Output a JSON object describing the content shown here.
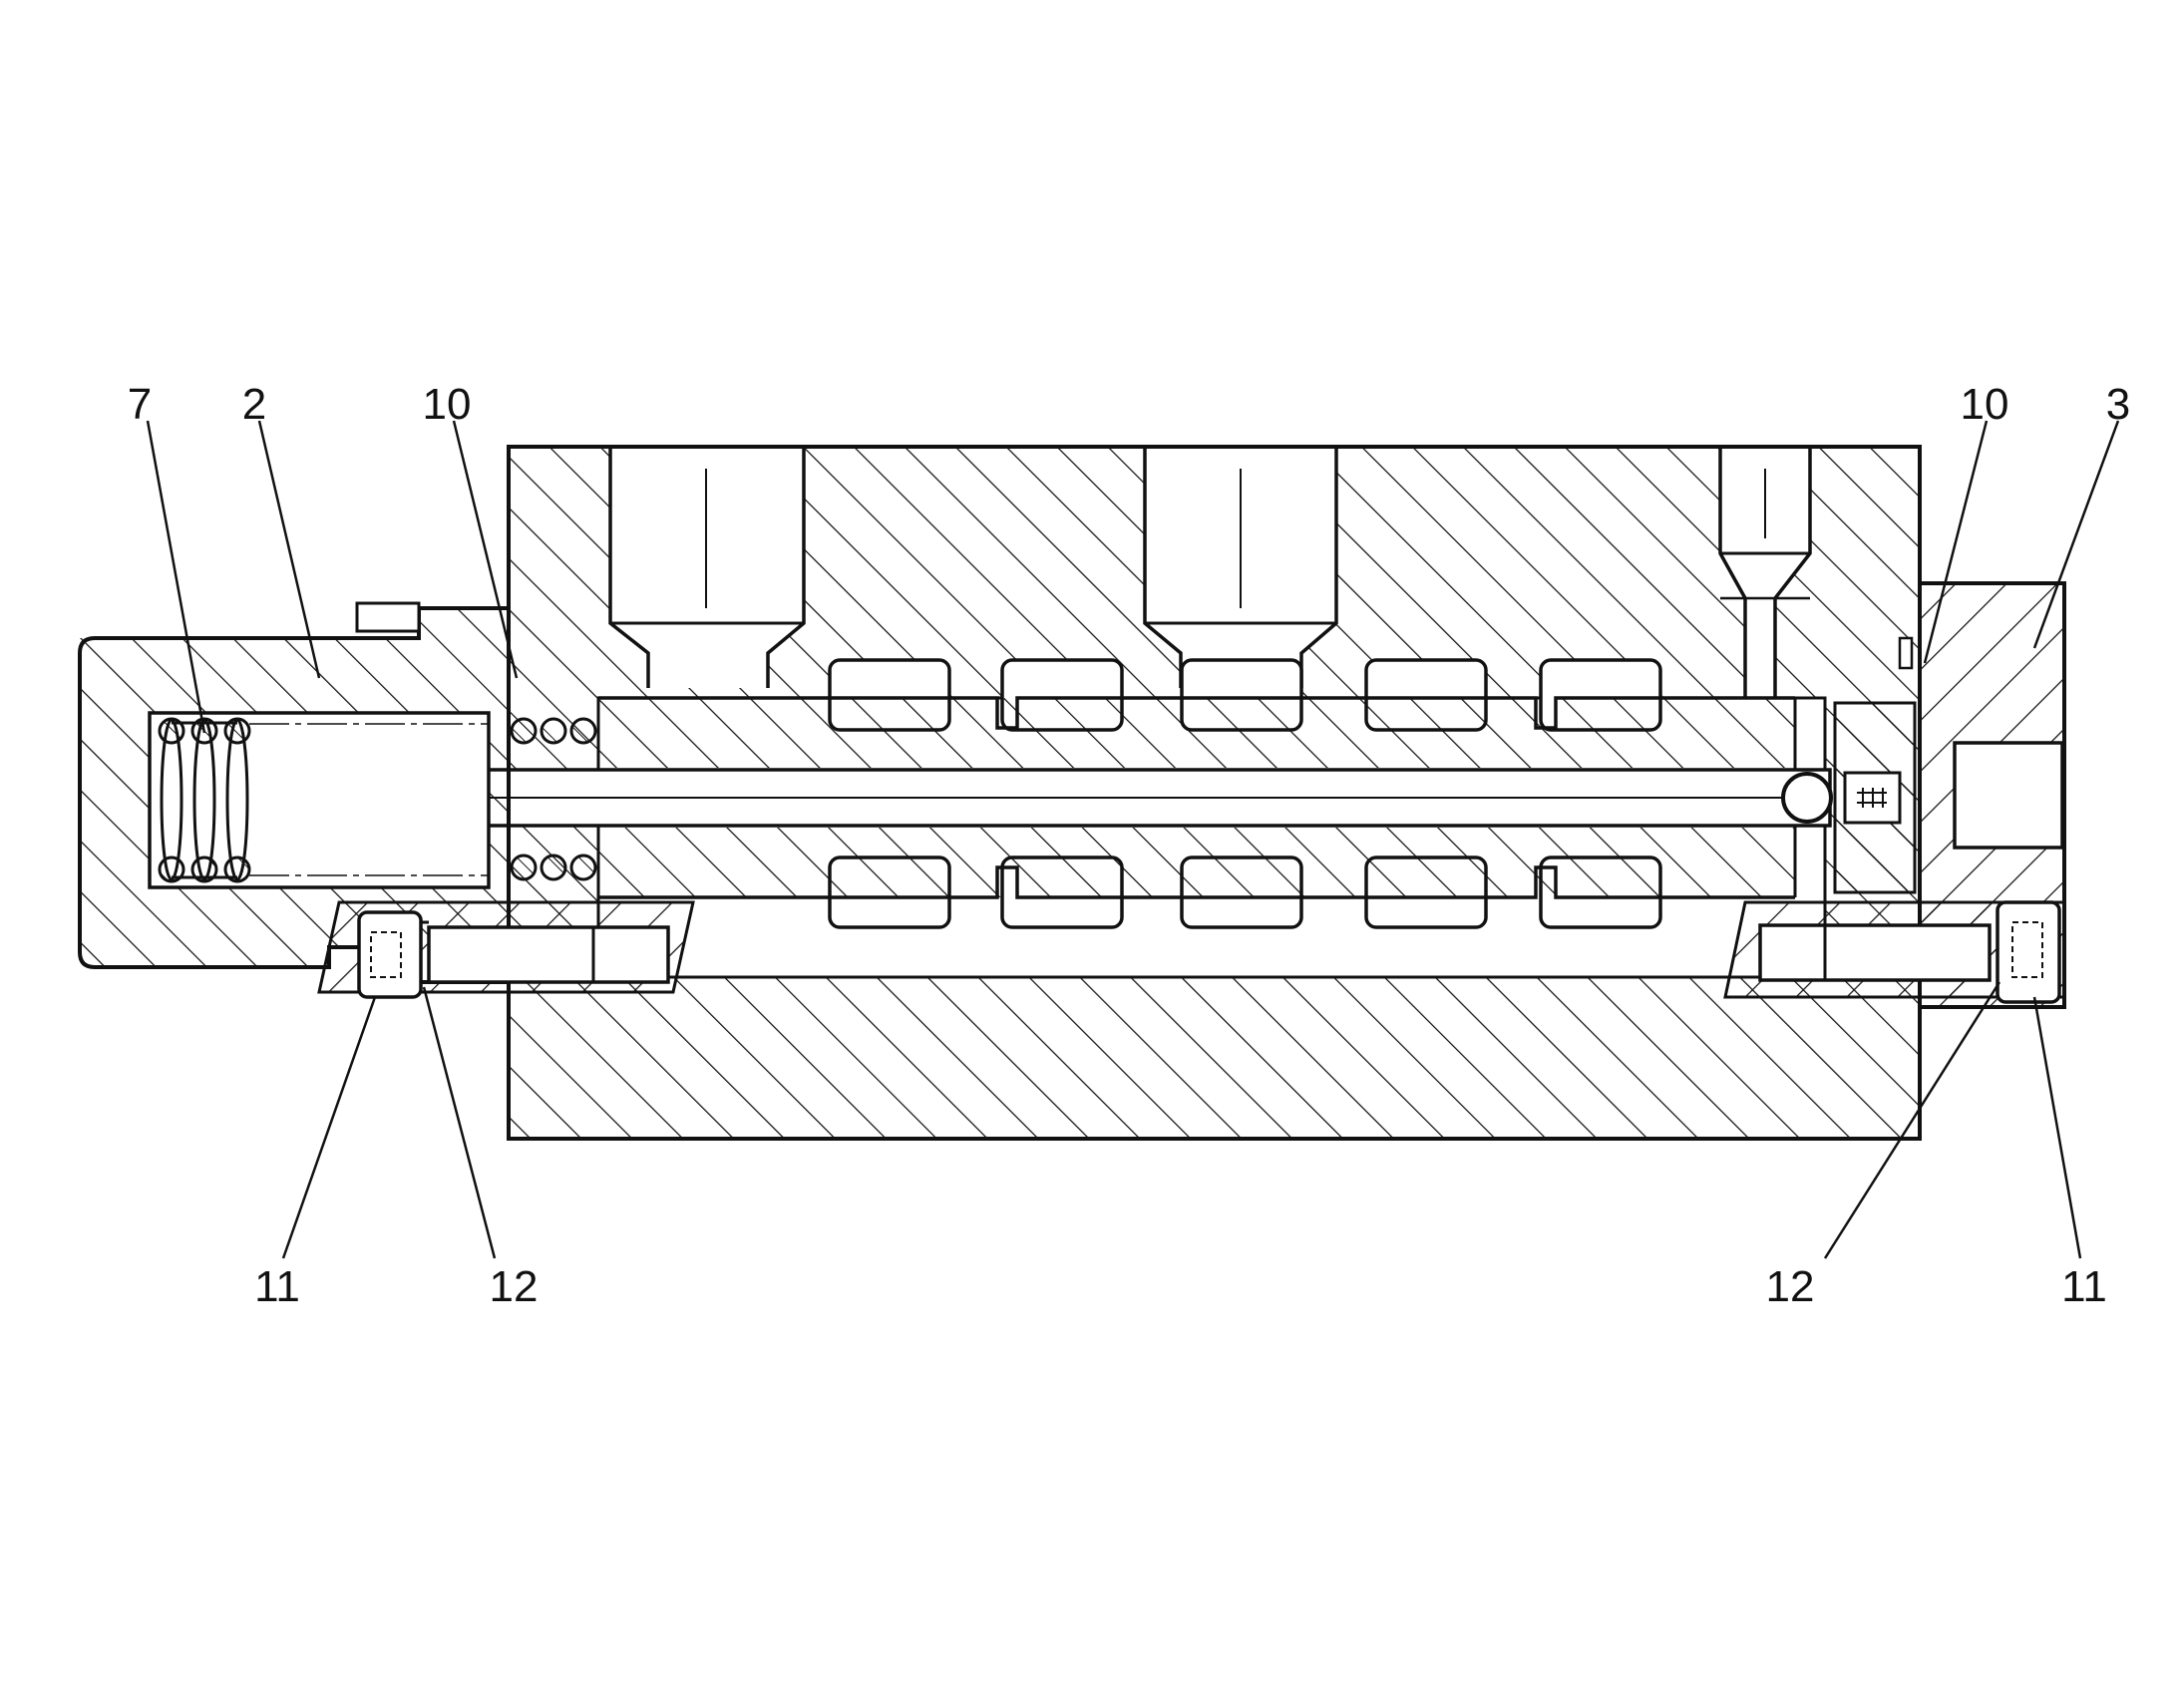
{
  "diagram": {
    "callouts": {
      "spring_label": "7",
      "left_cap_label": "2",
      "left_seal_label": "10",
      "right_seal_label": "10",
      "right_cap_label": "3",
      "left_screw_label": "11",
      "left_washer_label": "12",
      "right_washer_label": "12",
      "right_screw_label": "11"
    },
    "colors": {
      "line": "#111111",
      "background": "#ffffff"
    }
  }
}
